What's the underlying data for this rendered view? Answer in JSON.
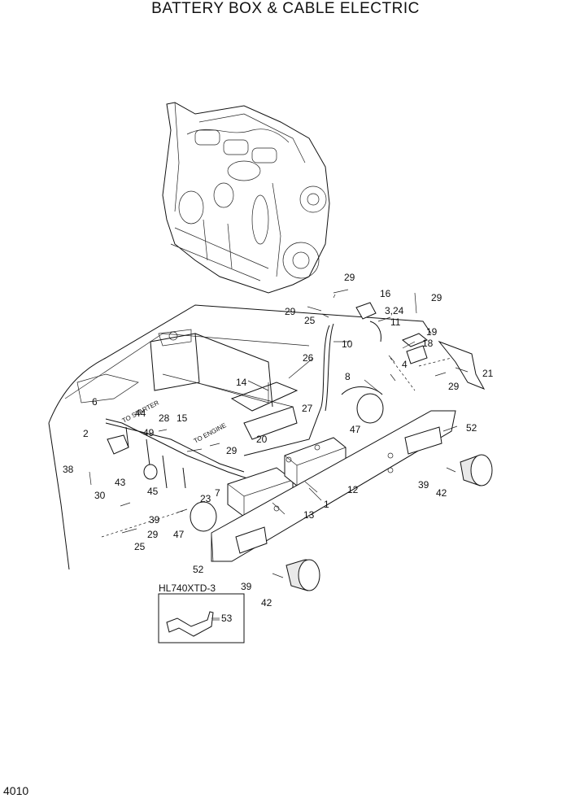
{
  "title": "BATTERY BOX & CABLE ELECTRIC",
  "page_number": "4010",
  "inset_label": "HL740XTD-3",
  "annotations": {
    "to_starter": "TO STARTER",
    "to_engine": "TO ENGINE"
  },
  "callouts": [
    "29",
    "16",
    "29",
    "29",
    "25",
    "3,24",
    "11",
    "10",
    "19",
    "18",
    "4",
    "26",
    "21",
    "29",
    "8",
    "14",
    "6",
    "27",
    "52",
    "47",
    "44",
    "28",
    "15",
    "49",
    "2",
    "20",
    "29",
    "7",
    "38",
    "43",
    "45",
    "23",
    "12",
    "30",
    "39",
    "13",
    "1",
    "39",
    "42",
    "29",
    "47",
    "25",
    "52",
    "39",
    "42",
    "53"
  ]
}
